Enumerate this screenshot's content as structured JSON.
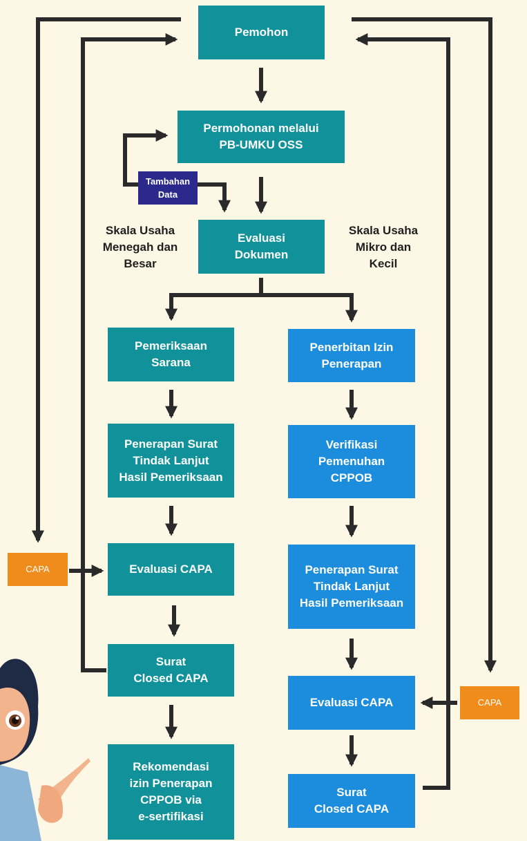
{
  "nodes": {
    "pemohon": "Pemohon",
    "permohonan": "Permohonan melalui\nPB-UMKU OSS",
    "tambahan_data": "Tambahan\nData",
    "evaluasi_dokumen": "Evaluasi\nDokumen",
    "left": {
      "pemeriksaan_sarana": "Pemeriksaan\nSarana",
      "penerapan_surat": "Penerapan Surat\nTindak Lanjut\nHasil Pemeriksaan",
      "evaluasi_capa": "Evaluasi CAPA",
      "surat_closed_capa": "Surat\nClosed CAPA",
      "rekomendasi": "Rekomendasi\nizin Penerapan\nCPPOB via\ne-sertifikasi"
    },
    "right": {
      "penerbitan_izin": "Penerbitan Izin\nPenerapan",
      "verifikasi": "Verifikasi\nPemenuhan\nCPPOB",
      "penerapan_surat": "Penerapan Surat\nTindak Lanjut\nHasil Pemeriksaan",
      "evaluasi_capa": "Evaluasi CAPA",
      "surat_closed_capa": "Surat\nClosed CAPA"
    },
    "capa_left": "CAPA",
    "capa_right": "CAPA"
  },
  "captions": {
    "left": "Skala Usaha\nMenegah dan\nBesar",
    "right": "Skala Usaha\nMikro dan\nKecil"
  },
  "colors": {
    "teal": "#11929A",
    "blue": "#1B8DDC",
    "navy": "#2B2A8C",
    "orange": "#F08C1C",
    "arrow": "#2A2A2A",
    "background": "#FDF8E6"
  }
}
